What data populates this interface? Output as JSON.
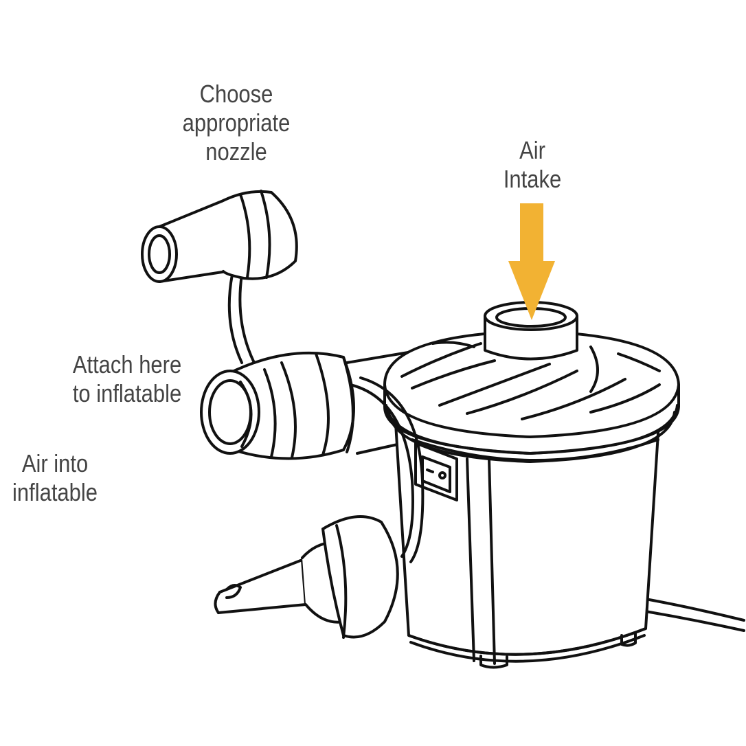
{
  "labels": {
    "nozzle": [
      "Choose",
      "appropriate",
      "nozzle"
    ],
    "intake": [
      "Air",
      "Intake"
    ],
    "attach": [
      "Attach here",
      "to inflatable"
    ],
    "air_into": [
      "Air into",
      "inflatable"
    ]
  },
  "colors": {
    "line": "#111111",
    "text": "#444444",
    "arrow": "#F2B233",
    "fill": "#ffffff"
  }
}
